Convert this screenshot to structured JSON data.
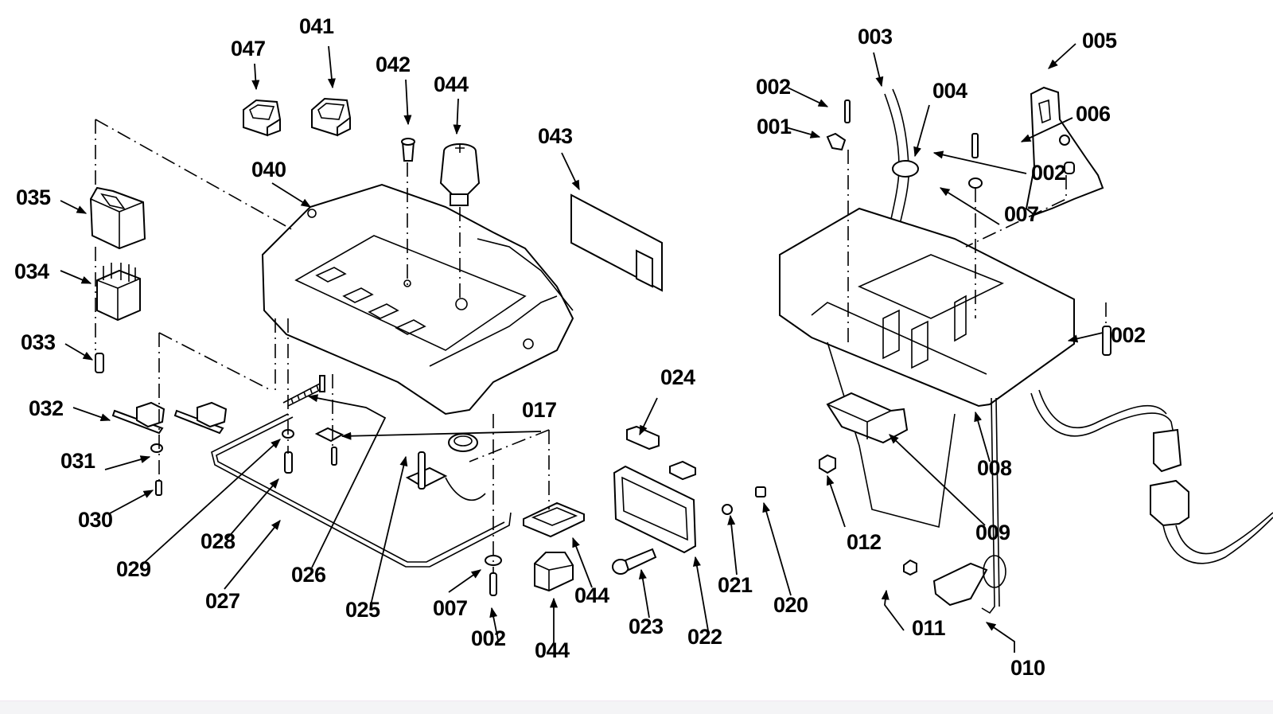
{
  "diagram": {
    "type": "exploded-parts-view",
    "line_color": "#000000",
    "background": "#ffffff",
    "labels": [
      {
        "id": "047",
        "text": "047"
      },
      {
        "id": "041",
        "text": "041"
      },
      {
        "id": "042",
        "text": "042"
      },
      {
        "id": "044a",
        "text": "044"
      },
      {
        "id": "043",
        "text": "043"
      },
      {
        "id": "040",
        "text": "040"
      },
      {
        "id": "035",
        "text": "035"
      },
      {
        "id": "034",
        "text": "034"
      },
      {
        "id": "033",
        "text": "033"
      },
      {
        "id": "032",
        "text": "032"
      },
      {
        "id": "031",
        "text": "031"
      },
      {
        "id": "030",
        "text": "030"
      },
      {
        "id": "029",
        "text": "029"
      },
      {
        "id": "028",
        "text": "028"
      },
      {
        "id": "027",
        "text": "027"
      },
      {
        "id": "026",
        "text": "026"
      },
      {
        "id": "025",
        "text": "025"
      },
      {
        "id": "017",
        "text": "017"
      },
      {
        "id": "007a",
        "text": "007"
      },
      {
        "id": "002a",
        "text": "002"
      },
      {
        "id": "044b",
        "text": "044"
      },
      {
        "id": "044c",
        "text": "044"
      },
      {
        "id": "024",
        "text": "024"
      },
      {
        "id": "023",
        "text": "023"
      },
      {
        "id": "022",
        "text": "022"
      },
      {
        "id": "021",
        "text": "021"
      },
      {
        "id": "020",
        "text": "020"
      },
      {
        "id": "003",
        "text": "003"
      },
      {
        "id": "002b",
        "text": "002"
      },
      {
        "id": "001",
        "text": "001"
      },
      {
        "id": "004",
        "text": "004"
      },
      {
        "id": "005",
        "text": "005"
      },
      {
        "id": "006",
        "text": "006"
      },
      {
        "id": "002c",
        "text": "002"
      },
      {
        "id": "007b",
        "text": "007"
      },
      {
        "id": "002d",
        "text": "002"
      },
      {
        "id": "008",
        "text": "008"
      },
      {
        "id": "009",
        "text": "009"
      },
      {
        "id": "012",
        "text": "012"
      },
      {
        "id": "011",
        "text": "011"
      },
      {
        "id": "010",
        "text": "010"
      }
    ]
  }
}
